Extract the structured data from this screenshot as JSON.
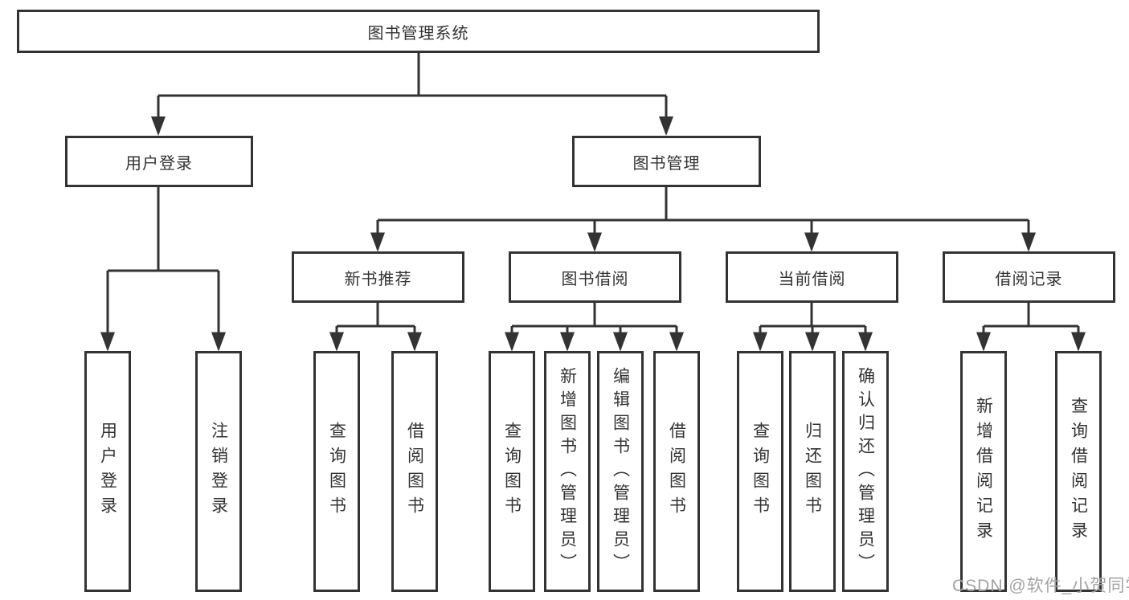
{
  "diagram_type": "hierarchy-tree",
  "root": {
    "label": "图书管理系统"
  },
  "branches": [
    {
      "label": "用户登录",
      "leaves": [
        {
          "label": "用户登录"
        },
        {
          "label": "注销登录"
        }
      ]
    },
    {
      "label": "图书管理",
      "children": [
        {
          "label": "新书推荐",
          "leaves": [
            {
              "label": "查询图书"
            },
            {
              "label": "借阅图书"
            }
          ]
        },
        {
          "label": "图书借阅",
          "leaves": [
            {
              "label": "查询图书"
            },
            {
              "label": "新增图书（管理员）"
            },
            {
              "label": "编辑图书（管理员）"
            },
            {
              "label": "借阅图书"
            }
          ]
        },
        {
          "label": "当前借阅",
          "leaves": [
            {
              "label": "查询图书"
            },
            {
              "label": "归还图书"
            },
            {
              "label": "确认归还（管理员）"
            }
          ]
        },
        {
          "label": "借阅记录",
          "leaves": [
            {
              "label": "新增借阅记录"
            },
            {
              "label": "查询借阅记录"
            }
          ]
        }
      ]
    }
  ],
  "watermark": "CSDN @软件_小贺同学",
  "colors": {
    "line": "#333333",
    "border": "#333333",
    "text": "#333333",
    "watermark": "#a3a3a3",
    "background": "#ffffff"
  }
}
